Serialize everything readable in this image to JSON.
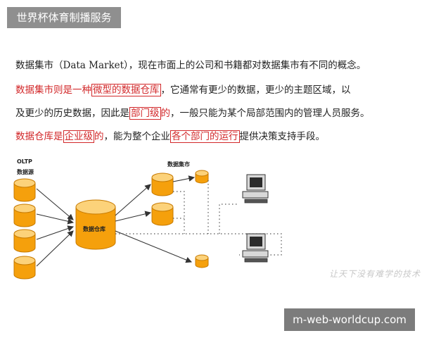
{
  "header": {
    "banner_text": "世界杯体育制播服务"
  },
  "paragraphs": {
    "p1": "数据集市（Data Market），现在市面上的公司和书籍都对数据集市有不同的概念。",
    "p2": {
      "red_a": "数据集市则是一种",
      "box_a": "微型的数据仓库",
      "black_a": "，它通常有更少的数据，更少的主题区域，以",
      "black_b": "及更少的历史数据，因此是",
      "box_b": "部门级",
      "red_b": "的",
      "black_c": "，一般只能为某个局部范围内的管理人员服务。"
    },
    "p3": {
      "red_a": "数据仓库是",
      "box_a": "企业级",
      "red_b": "的",
      "black_a": "，能为整个企业",
      "box_b": "各个部门的运行",
      "black_b": "提供决策支持手段。"
    }
  },
  "diagram": {
    "oltp_label": "OLTP",
    "source_label": "数据源",
    "warehouse_label": "数据仓库",
    "mart_label": "数据集市",
    "colors": {
      "cylinder": "#f5a00c",
      "cylinder_top": "#fcd27a",
      "outline": "#c77a00",
      "line": "#333333"
    }
  },
  "watermark": "让天下没有难学的技术",
  "footer": {
    "banner_text": "m-web-worldcup.com"
  }
}
